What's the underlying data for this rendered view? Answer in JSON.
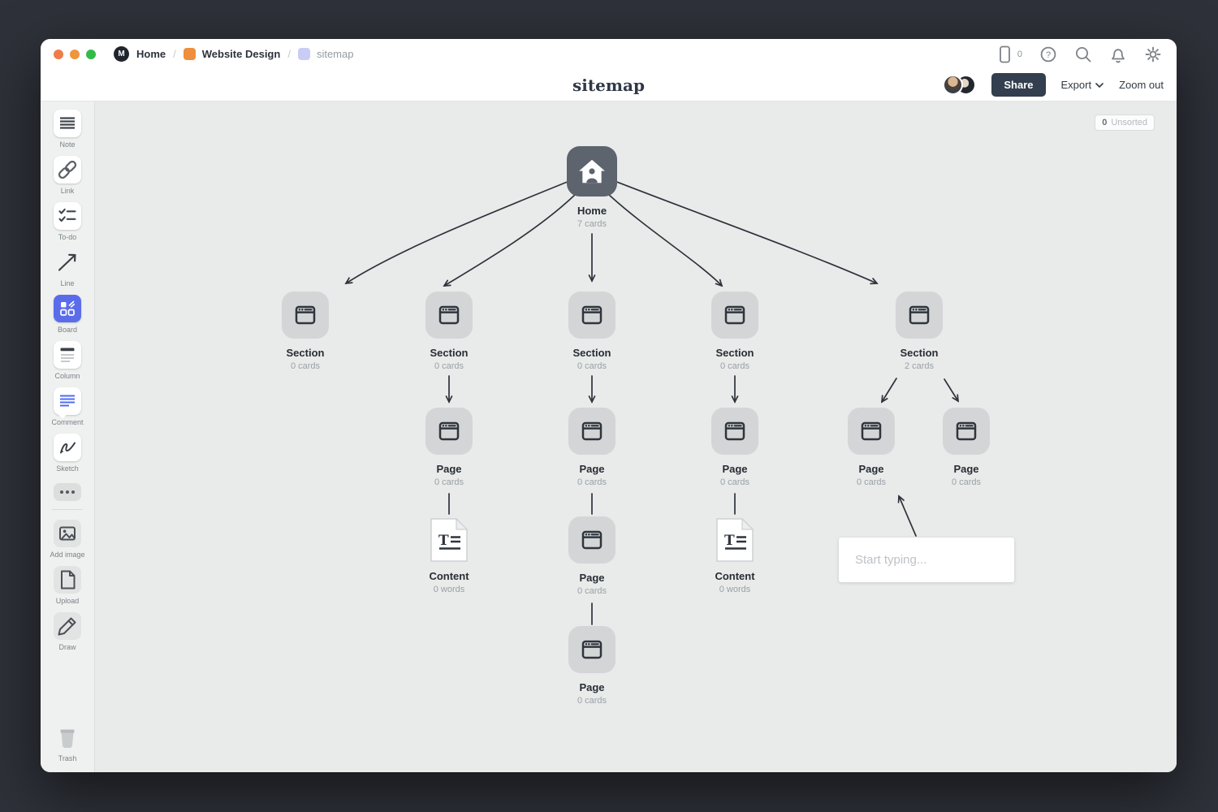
{
  "chrome": {
    "breadcrumb": [
      {
        "label": "Home",
        "icon": "milanote-logo"
      },
      {
        "label": "Website Design",
        "icon": "orange-board"
      },
      {
        "label": "sitemap",
        "icon": "lavender-board"
      }
    ],
    "separator": "/",
    "logo_letter": "M",
    "mobile_count": "0",
    "top_right_icons": [
      "mobile-preview",
      "help",
      "search",
      "notifications",
      "settings"
    ]
  },
  "toolbar": {
    "title": "sitemap",
    "share": "Share",
    "export": "Export",
    "zoom_out": "Zoom out"
  },
  "sidebar": {
    "tools": [
      {
        "label": "Note",
        "icon": "note-icon"
      },
      {
        "label": "Link",
        "icon": "link-icon"
      },
      {
        "label": "To-do",
        "icon": "todo-icon"
      },
      {
        "label": "Line",
        "icon": "line-arrow-icon"
      },
      {
        "label": "Board",
        "icon": "board-icon",
        "active": true
      },
      {
        "label": "Column",
        "icon": "column-icon"
      },
      {
        "label": "Comment",
        "icon": "comment-icon"
      },
      {
        "label": "Sketch",
        "icon": "sketch-icon"
      }
    ],
    "more_icon": "ellipsis",
    "media_tools": [
      {
        "label": "Add image",
        "icon": "image-icon"
      },
      {
        "label": "Upload",
        "icon": "file-icon"
      },
      {
        "label": "Draw",
        "icon": "pencil-icon"
      }
    ],
    "trash": "Trash"
  },
  "canvas": {
    "unsorted": {
      "count": "0",
      "label": "Unsorted"
    },
    "note_input": {
      "placeholder": "Start typing..."
    },
    "nodes": [
      {
        "type": "home-board",
        "title": "Home",
        "subtitle": "7 cards"
      },
      {
        "type": "section",
        "title": "Section",
        "subtitle": "0 cards"
      },
      {
        "type": "section",
        "title": "Section",
        "subtitle": "0 cards"
      },
      {
        "type": "section",
        "title": "Section",
        "subtitle": "0 cards"
      },
      {
        "type": "section",
        "title": "Section",
        "subtitle": "0 cards"
      },
      {
        "type": "section",
        "title": "Section",
        "subtitle": "2 cards"
      },
      {
        "type": "page",
        "title": "Page",
        "subtitle": "0 cards"
      },
      {
        "type": "page",
        "title": "Page",
        "subtitle": "0 cards"
      },
      {
        "type": "page",
        "title": "Page",
        "subtitle": "0 cards"
      },
      {
        "type": "page",
        "title": "Page",
        "subtitle": "0 cards"
      },
      {
        "type": "page",
        "title": "Page",
        "subtitle": "0 cards"
      },
      {
        "type": "content",
        "title": "Content",
        "subtitle": "0 words"
      },
      {
        "type": "page",
        "title": "Page",
        "subtitle": "0 cards"
      },
      {
        "type": "content",
        "title": "Content",
        "subtitle": "0 words"
      },
      {
        "type": "page",
        "title": "Page",
        "subtitle": "0 cards"
      }
    ]
  },
  "colors": {
    "window_bg": "#ffffff",
    "desktop_bg": "#2e3139",
    "canvas_bg": "#e9ebea",
    "accent_blue": "#5b6ceb",
    "share_button": "#333e4e",
    "board_orange": "#ef8e3d",
    "board_lavender": "#c9cdf6",
    "node_dark": "#5d646e",
    "node_grey": "#d3d5d7",
    "arrow": "#2e333b"
  }
}
